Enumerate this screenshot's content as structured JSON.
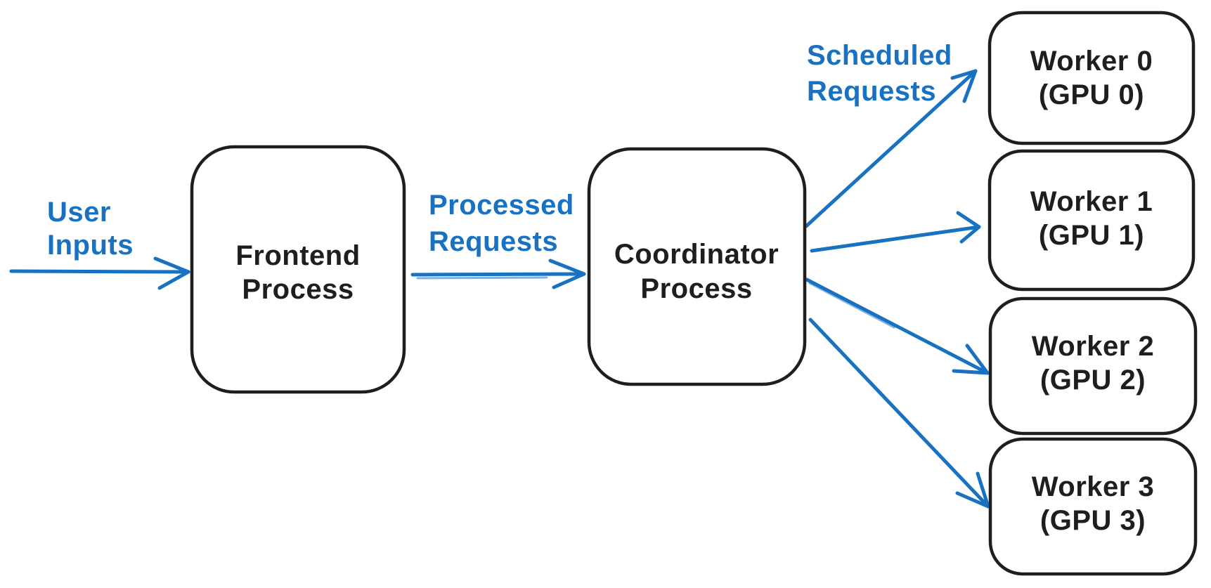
{
  "diagram": {
    "background_color": "#ffffff",
    "node_stroke_color": "#1e1e1e",
    "node_text_color": "#1e1e1e",
    "flow_color": "#1971c2",
    "nodes": {
      "frontend": {
        "label": "Frontend Process",
        "lines": [
          "Frontend",
          "Process"
        ]
      },
      "coordinator": {
        "label": "Coordinator Process",
        "lines": [
          "Coordinator",
          "Process"
        ]
      },
      "workers": [
        {
          "label": "Worker 0 (GPU 0)",
          "lines": [
            "Worker 0",
            "(GPU 0)"
          ]
        },
        {
          "label": "Worker 1 (GPU 1)",
          "lines": [
            "Worker 1",
            "(GPU 1)"
          ]
        },
        {
          "label": "Worker 2 (GPU 2)",
          "lines": [
            "Worker 2",
            "(GPU 2)"
          ]
        },
        {
          "label": "Worker 3 (GPU 3)",
          "lines": [
            "Worker 3",
            "(GPU 3)"
          ]
        }
      ]
    },
    "flow_labels": {
      "user_inputs": {
        "label": "User Inputs",
        "lines": [
          "User",
          "Inputs"
        ]
      },
      "processed_requests": {
        "label": "Processed Requests",
        "lines": [
          "Processed",
          "Requests"
        ]
      },
      "scheduled_requests": {
        "label": "Scheduled Requests",
        "lines": [
          "Scheduled",
          "Requests"
        ]
      }
    },
    "edges": [
      {
        "from": "user",
        "to": "frontend",
        "label": "User Inputs"
      },
      {
        "from": "frontend",
        "to": "coordinator",
        "label": "Processed Requests"
      },
      {
        "from": "coordinator",
        "to": "worker-0",
        "label": "Scheduled Requests"
      },
      {
        "from": "coordinator",
        "to": "worker-1",
        "label": "Scheduled Requests"
      },
      {
        "from": "coordinator",
        "to": "worker-2",
        "label": "Scheduled Requests"
      },
      {
        "from": "coordinator",
        "to": "worker-3",
        "label": "Scheduled Requests"
      }
    ]
  }
}
